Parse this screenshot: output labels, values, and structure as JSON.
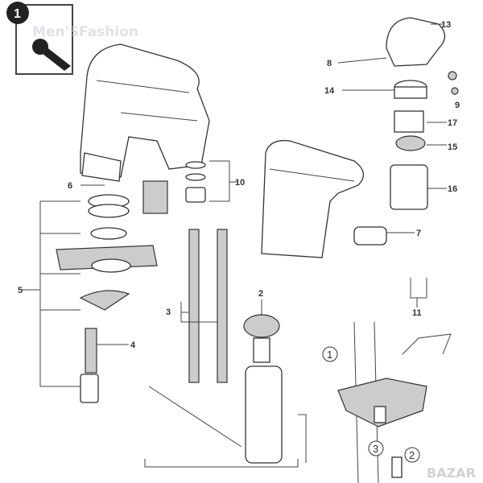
{
  "watermarks": {
    "top": "Men'SFashion",
    "bottom": "BAZAR"
  },
  "step_badge": "1",
  "part_labels": [
    "13",
    "8",
    "14",
    "9",
    "17",
    "15",
    "16",
    "10",
    "6",
    "7",
    "5",
    "3",
    "4",
    "2",
    "11"
  ],
  "step_labels": [
    "1",
    "3",
    "2"
  ],
  "colors": {
    "line": "#333333",
    "fill_gray": "#cccccc"
  }
}
